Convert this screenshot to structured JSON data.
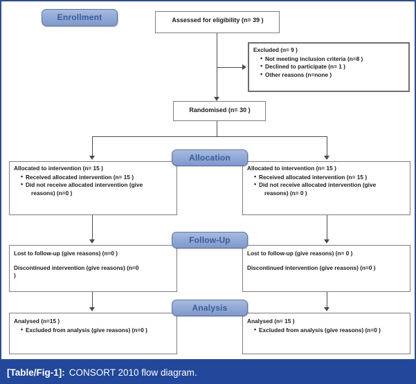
{
  "figure": {
    "caption_label": "[Table/Fig-1]:",
    "caption_text": "CONSORT 2010 flow diagram.",
    "frame_color": "#2e4d8f",
    "caption_bar_color": "#22479b",
    "pill_fill_color": "#8fa8d4",
    "pill_text_color": "#3a5a9c",
    "box_border_color": "#7b7b7b",
    "connector_color": "#4a4a4a"
  },
  "stages": {
    "enrollment": "Enrollment",
    "allocation": "Allocation",
    "followup": "Follow-Up",
    "analysis": "Analysis"
  },
  "enrollment": {
    "assessed": "Assessed for eligibility (n= 39 )",
    "excluded_title": "Excluded  (n= 9 )",
    "excluded_items": [
      "Not meeting inclusion criteria (n=8  )",
      "Declined to participate (n= 1 )",
      "Other reasons (n=none  )"
    ],
    "randomised": "Randomised (n= 30 )"
  },
  "allocation": {
    "left": {
      "title": "Allocated to intervention (n= 15 )",
      "items": [
        "Received allocated intervention (n= 15 )",
        "Did not receive allocated intervention (give"
      ],
      "wrap": "reasons) (n=0  )"
    },
    "right": {
      "title": "Allocated to intervention (n= 15 )",
      "items": [
        "Received allocated intervention (n= 15 )",
        "Did not receive allocated intervention (give"
      ],
      "wrap": "reasons) (n= 0 )"
    }
  },
  "followup": {
    "left": {
      "lost": "Lost to follow-up (give reasons) (n=0 )",
      "discontinued": "Discontinued intervention (give reasons) (n=0",
      "discontinued_wrap": ")"
    },
    "right": {
      "lost": "Lost to follow-up (give reasons) (n= 0 )",
      "discontinued": "Discontinued intervention (give reasons) (n=0 )",
      "discontinued_wrap": ""
    }
  },
  "analysis": {
    "left": {
      "title": "Analysed  (n=15  )",
      "items": [
        "Excluded from analysis (give reasons) (n=0 )"
      ]
    },
    "right": {
      "title": "Analysed  (n= 15 )",
      "items": [
        "Excluded from analysis (give reasons) (n=0 )"
      ]
    }
  }
}
